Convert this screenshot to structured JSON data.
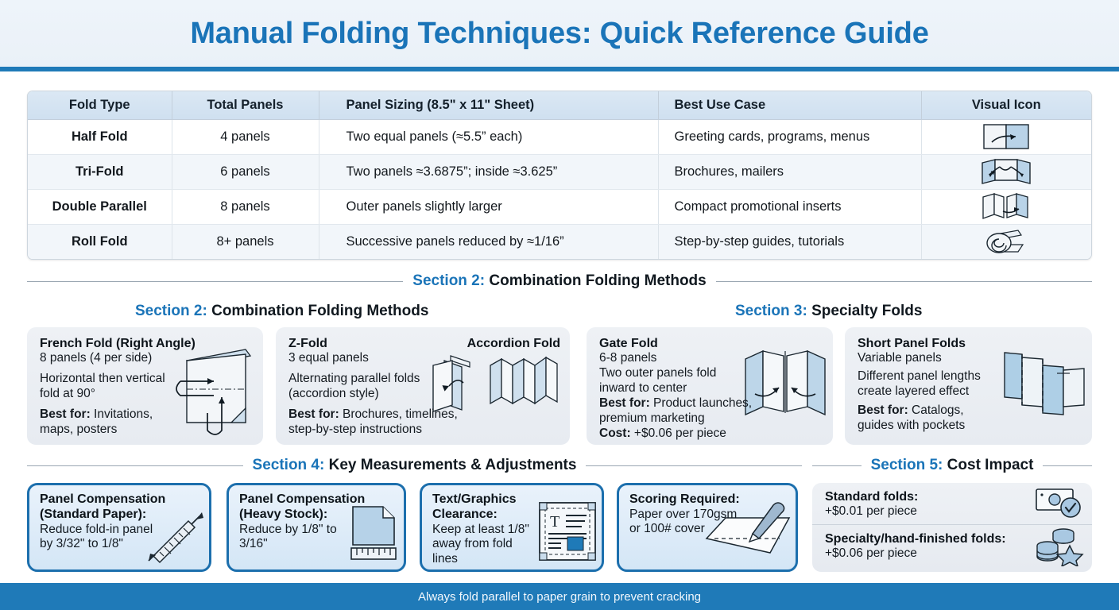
{
  "header": {
    "title": "Manual Folding Techniques: Quick Reference Guide",
    "accent": "#1a74b8",
    "rule_color": "#1f7ab8"
  },
  "table": {
    "columns": [
      "Fold Type",
      "Total Panels",
      "Panel Sizing (8.5\" x 11\" Sheet)",
      "Best Use Case",
      "Visual Icon"
    ],
    "rows": [
      {
        "fold_type": "Half Fold",
        "total_panels": "4 panels",
        "panel_sizing": "Two equal panels (≈5.5” each)",
        "best_use_case": "Greeting cards, programs, menus",
        "icon": "half-fold-icon"
      },
      {
        "fold_type": "Tri-Fold",
        "total_panels": "6 panels",
        "panel_sizing": "Two panels ≈3.6875”; inside ≈3.625”",
        "best_use_case": "Brochures, mailers",
        "icon": "tri-fold-icon"
      },
      {
        "fold_type": "Double Parallel",
        "total_panels": "8 panels",
        "panel_sizing": "Outer panels slightly larger",
        "best_use_case": "Compact promotional inserts",
        "icon": "double-parallel-fold-icon"
      },
      {
        "fold_type": "Roll Fold",
        "total_panels": "8+ panels",
        "panel_sizing": "Successive panels reduced by ≈1/16”",
        "best_use_case": "Step-by-step guides, tutorials",
        "icon": "roll-fold-icon"
      }
    ]
  },
  "divider_section2": {
    "num": "Section 2:",
    "label": "Combination Folding Methods"
  },
  "subhead_section2": {
    "num": "Section 2:",
    "label": "Combination Folding Methods"
  },
  "subhead_section3": {
    "num": "Section 3:",
    "label": "Specialty Folds"
  },
  "divider_section4": {
    "num": "Section 4:",
    "label": "Key Measurements & Adjustments"
  },
  "divider_section5": {
    "num": "Section 5:",
    "label": "Cost Impact"
  },
  "section2_cards": [
    {
      "title": "French Fold (Right Angle)",
      "line1": "8 panels (4 per side)",
      "line2": "Horizontal then vertical",
      "line3": "fold at 90°",
      "best_label": "Best for:",
      "best_value": " Invitations,",
      "best_value2": "maps, posters",
      "icon": "french-fold-icon"
    },
    {
      "title": "Z-Fold",
      "line1": "3 equal panels",
      "line2": "Alternating parallel folds",
      "line3": "(accordion style)",
      "best_label": "Best for:",
      "best_value": " Brochures, timelines,",
      "best_value2": "step-by-step instructions",
      "secondary_title": "Accordion Fold",
      "icon": "z-fold-icon",
      "icon2": "accordion-fold-icon"
    }
  ],
  "section3_cards": [
    {
      "title": "Gate Fold",
      "line1": "6-8 panels",
      "line2": "Two outer panels fold",
      "line3": "inward to center",
      "best_label": "Best for:",
      "best_value": " Product launches,",
      "best_value2": "premium marketing",
      "cost_label": "Cost:",
      "cost_value": " +$0.06 per piece",
      "icon": "gate-fold-icon"
    },
    {
      "title": "Short Panel Folds",
      "line1": "Variable panels",
      "line2": "Different panel lengths",
      "line3": "create layered effect",
      "best_label": "Best for:",
      "best_value": " Catalogs,",
      "best_value2": "guides with pockets",
      "icon": "short-panel-folds-icon"
    }
  ],
  "section4_cards": [
    {
      "title1": "Panel Compensation",
      "title2": "(Standard Paper):",
      "line1": "Reduce fold-in panel",
      "line2": "by 3/32\" to 1/8\"",
      "icon": "ruler-icon"
    },
    {
      "title1": "Panel Compensation",
      "title2": "(Heavy Stock):",
      "line1": "Reduce by 1/8\" to",
      "line2": "3/16\"",
      "icon": "heavy-stock-sheet-icon"
    },
    {
      "title1": "Text/Graphics",
      "title2": "Clearance:",
      "line1": "Keep at least 1/8\"",
      "line2": "away from fold",
      "line3": "lines",
      "icon": "text-clearance-icon"
    },
    {
      "title1": "Scoring Required:",
      "title2": "",
      "line1": "Paper over 170gsm",
      "line2": "or 100# cover",
      "icon": "scoring-tool-icon"
    }
  ],
  "cost_rows": [
    {
      "title": "Standard folds:",
      "value": "+$0.01 per piece",
      "icon": "banknote-check-icon"
    },
    {
      "title": "Specialty/hand-finished folds:",
      "value": "+$0.06 per piece",
      "icon": "coins-star-icon"
    }
  ],
  "footer": {
    "text": "Always fold parallel to paper grain to prevent cracking",
    "bg": "#1f7ab8"
  },
  "colors": {
    "accent_blue": "#1a74b8",
    "band_blue": "#1f7ab8",
    "card_border_blue": "#1c6fad",
    "table_header_blue": "#d5e4f1",
    "art_blue": "#b9d3e8",
    "art_line": "#1b2730"
  }
}
